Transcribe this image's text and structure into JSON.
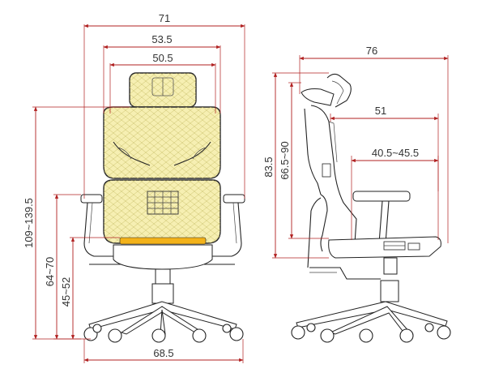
{
  "front_view": {
    "overall_width": "71",
    "back_width": "53.5",
    "headrest_width": "50.5",
    "total_height": "109~139.5",
    "armrest_height": "64~70",
    "seat_height": "45~52",
    "base_width": "68.5"
  },
  "side_view": {
    "overall_depth": "76",
    "back_height": "83.5",
    "seat_to_top": "66.5~90",
    "arm_depth": "51",
    "seat_depth": "40.5~45.5"
  },
  "colors": {
    "mesh_fill": "#f6efb2",
    "seat_edge": "#f3b21a",
    "dimension_line": "#b02020"
  }
}
